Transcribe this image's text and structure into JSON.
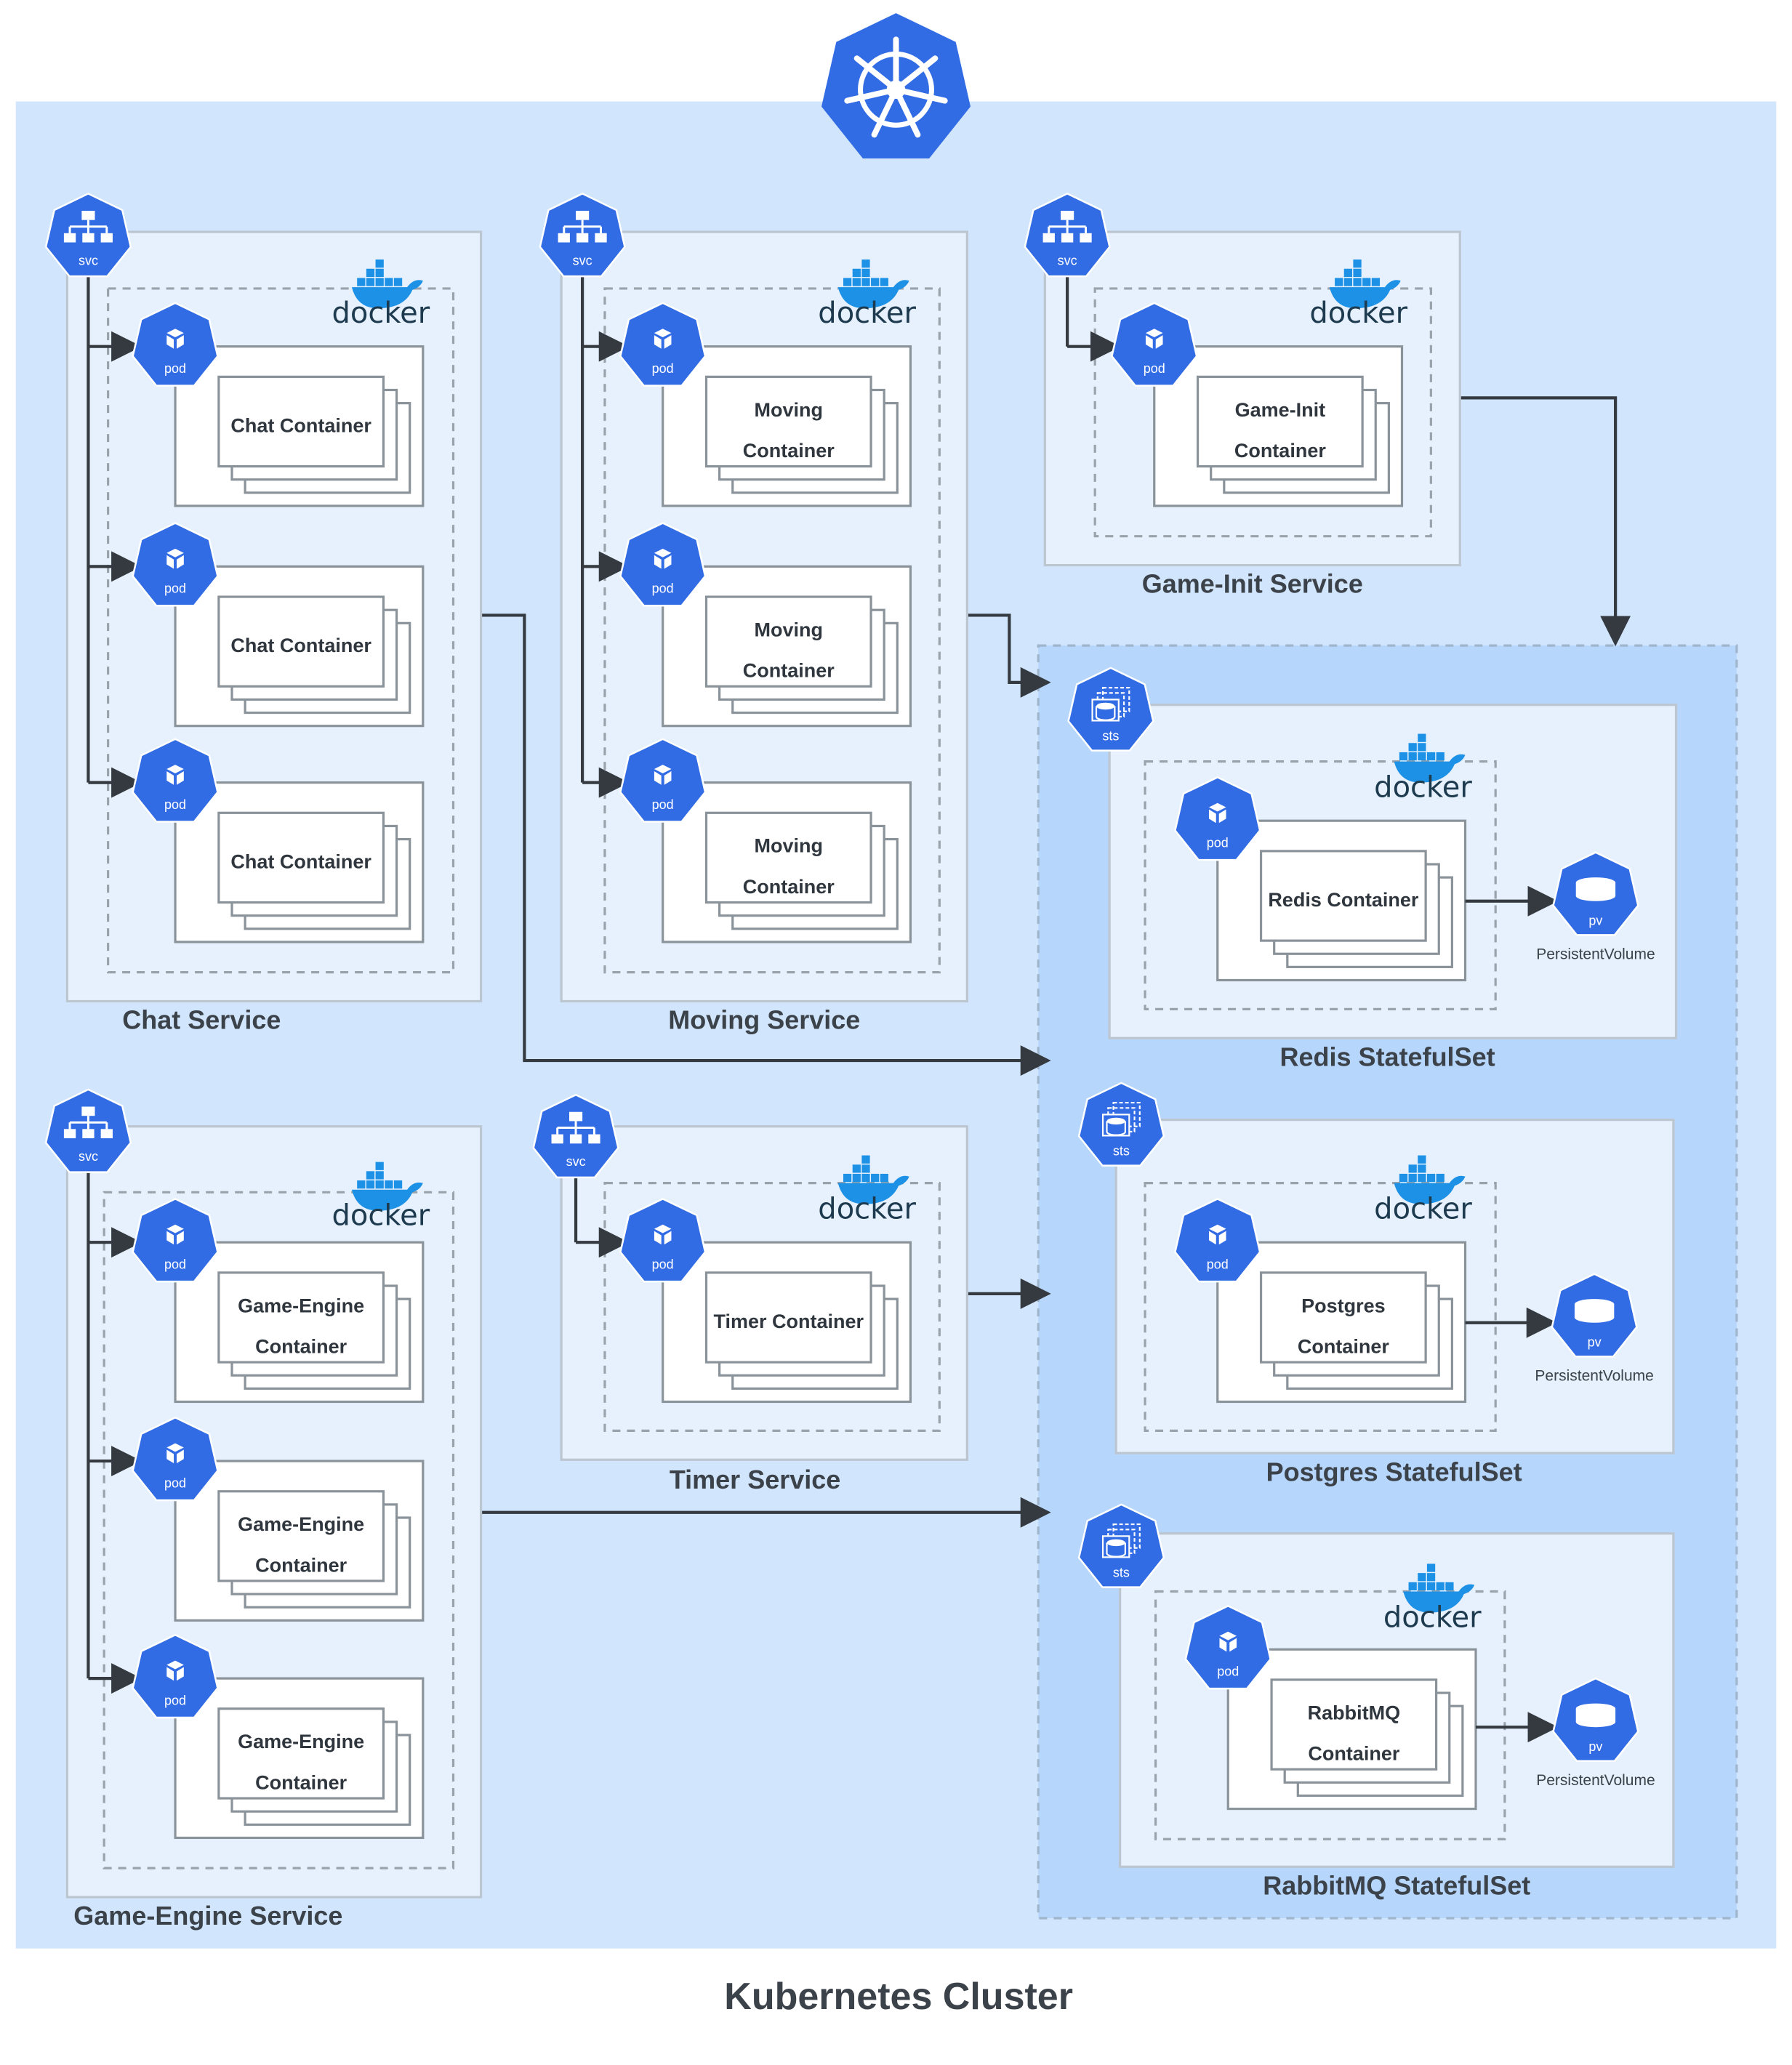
{
  "cluster": {
    "title": "Kubernetes Cluster"
  },
  "labels": {
    "svc": "svc",
    "pod": "pod",
    "sts": "sts",
    "pv": "pv",
    "persistent_volume": "PersistentVolume",
    "docker": "docker"
  },
  "services": [
    {
      "id": "chat",
      "name": "Chat Service",
      "container": [
        "Chat Container"
      ],
      "replicas": 3
    },
    {
      "id": "moving",
      "name": "Moving Service",
      "container": [
        "Moving",
        "Container"
      ],
      "replicas": 3
    },
    {
      "id": "game-init",
      "name": "Game-Init Service",
      "container": [
        "Game-Init",
        "Container"
      ],
      "replicas": 1
    },
    {
      "id": "game-engine",
      "name": "Game-Engine Service",
      "container": [
        "Game-Engine",
        "Container"
      ],
      "replicas": 3
    },
    {
      "id": "timer",
      "name": "Timer Service",
      "container": [
        "Timer Container"
      ],
      "replicas": 1
    }
  ],
  "statefulsets": [
    {
      "id": "redis",
      "name": "Redis StatefulSet",
      "container": [
        "Redis Container"
      ]
    },
    {
      "id": "postgres",
      "name": "Postgres StatefulSet",
      "container": [
        "Postgres",
        "Container"
      ]
    },
    {
      "id": "rabbitmq",
      "name": "RabbitMQ StatefulSet",
      "container": [
        "RabbitMQ",
        "Container"
      ]
    }
  ],
  "colors": {
    "cluster_bg": "#d1e5fc",
    "sts_group_bg": "#b7d6fb",
    "box_bg": "#e6f1fd",
    "box_border": "#bcc6d0",
    "k8s_blue": "#326ce5",
    "docker_blue": "#1d91e6",
    "line": "#343a40"
  }
}
